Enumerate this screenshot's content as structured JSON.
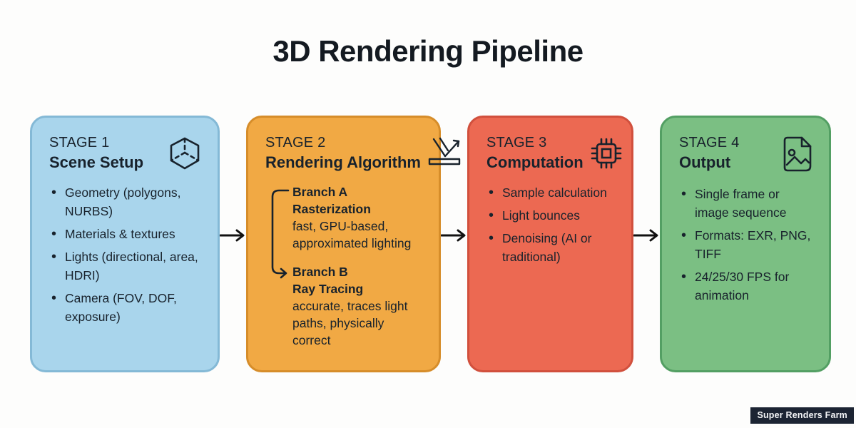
{
  "title": "3D Rendering Pipeline",
  "watermark": "Super Renders Farm",
  "stages": [
    {
      "stage_label": "STAGE 1",
      "name": "Scene Setup",
      "icon": "cube-icon",
      "fill": "#a9d5ec",
      "border": "#84b9d6",
      "bullets": [
        "Geometry (polygons, NURBS)",
        "Materials & textures",
        "Lights (directional, area, HDRI)",
        "Camera (FOV, DOF, exposure)"
      ]
    },
    {
      "stage_label": "STAGE 2",
      "name": "Rendering Algorithm",
      "icon": "light-reflection-icon",
      "fill": "#f1a944",
      "border": "#d68d2a",
      "branches": [
        {
          "label": "Branch A",
          "name": "Rasterization",
          "desc": "fast, GPU-based, approximated lighting"
        },
        {
          "label": "Branch B",
          "name": "Ray Tracing",
          "desc": "accurate, traces light paths, physically correct"
        }
      ]
    },
    {
      "stage_label": "STAGE 3",
      "name": "Computation",
      "icon": "chip-icon",
      "fill": "#ec6952",
      "border": "#d1503d",
      "bullets": [
        "Sample calculation",
        "Light bounces",
        "Denoising (AI or traditional)"
      ]
    },
    {
      "stage_label": "STAGE 4",
      "name": "Output",
      "icon": "image-file-icon",
      "fill": "#7bbf83",
      "border": "#539f63",
      "bullets": [
        "Single frame or image sequence",
        "Formats: EXR, PNG, TIFF",
        "24/25/30 FPS for animation"
      ]
    }
  ]
}
